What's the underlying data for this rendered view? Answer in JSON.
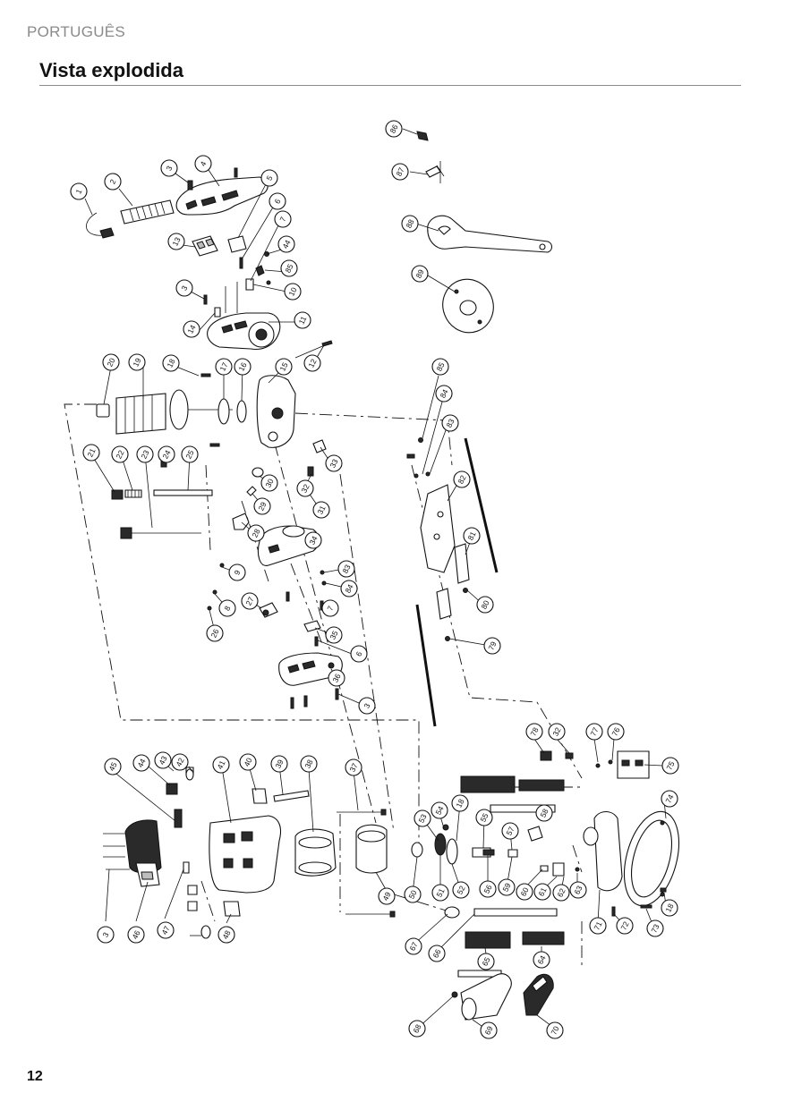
{
  "header": {
    "language": "PORTUGUÊS",
    "title": "Vista explodida"
  },
  "footer": {
    "page_number": "12"
  },
  "callouts": [
    {
      "label": "1"
    },
    {
      "label": "2"
    },
    {
      "label": "3"
    },
    {
      "label": "4"
    },
    {
      "label": "5"
    },
    {
      "label": "6"
    },
    {
      "label": "7"
    },
    {
      "label": "44"
    },
    {
      "label": "85"
    },
    {
      "label": "10"
    },
    {
      "label": "11"
    },
    {
      "label": "12"
    },
    {
      "label": "13"
    },
    {
      "label": "3"
    },
    {
      "label": "14"
    },
    {
      "label": "15"
    },
    {
      "label": "16"
    },
    {
      "label": "17"
    },
    {
      "label": "18"
    },
    {
      "label": "19"
    },
    {
      "label": "20"
    },
    {
      "label": "21"
    },
    {
      "label": "22"
    },
    {
      "label": "23"
    },
    {
      "label": "24"
    },
    {
      "label": "25"
    },
    {
      "label": "30"
    },
    {
      "label": "33"
    },
    {
      "label": "32"
    },
    {
      "label": "31"
    },
    {
      "label": "29"
    },
    {
      "label": "28"
    },
    {
      "label": "34"
    },
    {
      "label": "9"
    },
    {
      "label": "83"
    },
    {
      "label": "84"
    },
    {
      "label": "27"
    },
    {
      "label": "7"
    },
    {
      "label": "8"
    },
    {
      "label": "26"
    },
    {
      "label": "35"
    },
    {
      "label": "6"
    },
    {
      "label": "36"
    },
    {
      "label": "3"
    },
    {
      "label": "86"
    },
    {
      "label": "87"
    },
    {
      "label": "88"
    },
    {
      "label": "89"
    },
    {
      "label": "85"
    },
    {
      "label": "84"
    },
    {
      "label": "83"
    },
    {
      "label": "82"
    },
    {
      "label": "81"
    },
    {
      "label": "80"
    },
    {
      "label": "79"
    },
    {
      "label": "45"
    },
    {
      "label": "44"
    },
    {
      "label": "43"
    },
    {
      "label": "42"
    },
    {
      "label": "41"
    },
    {
      "label": "40"
    },
    {
      "label": "39"
    },
    {
      "label": "38"
    },
    {
      "label": "37"
    },
    {
      "label": "3"
    },
    {
      "label": "46"
    },
    {
      "label": "47"
    },
    {
      "label": "48"
    },
    {
      "label": "49"
    },
    {
      "label": "78"
    },
    {
      "label": "32"
    },
    {
      "label": "77"
    },
    {
      "label": "76"
    },
    {
      "label": "75"
    },
    {
      "label": "74"
    },
    {
      "label": "18"
    },
    {
      "label": "73"
    },
    {
      "label": "72"
    },
    {
      "label": "71"
    },
    {
      "label": "53"
    },
    {
      "label": "54"
    },
    {
      "label": "18"
    },
    {
      "label": "55"
    },
    {
      "label": "57"
    },
    {
      "label": "58"
    },
    {
      "label": "50"
    },
    {
      "label": "51"
    },
    {
      "label": "52"
    },
    {
      "label": "56"
    },
    {
      "label": "59"
    },
    {
      "label": "60"
    },
    {
      "label": "61"
    },
    {
      "label": "62"
    },
    {
      "label": "63"
    },
    {
      "label": "67"
    },
    {
      "label": "66"
    },
    {
      "label": "65"
    },
    {
      "label": "64"
    },
    {
      "label": "68"
    },
    {
      "label": "69"
    },
    {
      "label": "70"
    }
  ]
}
